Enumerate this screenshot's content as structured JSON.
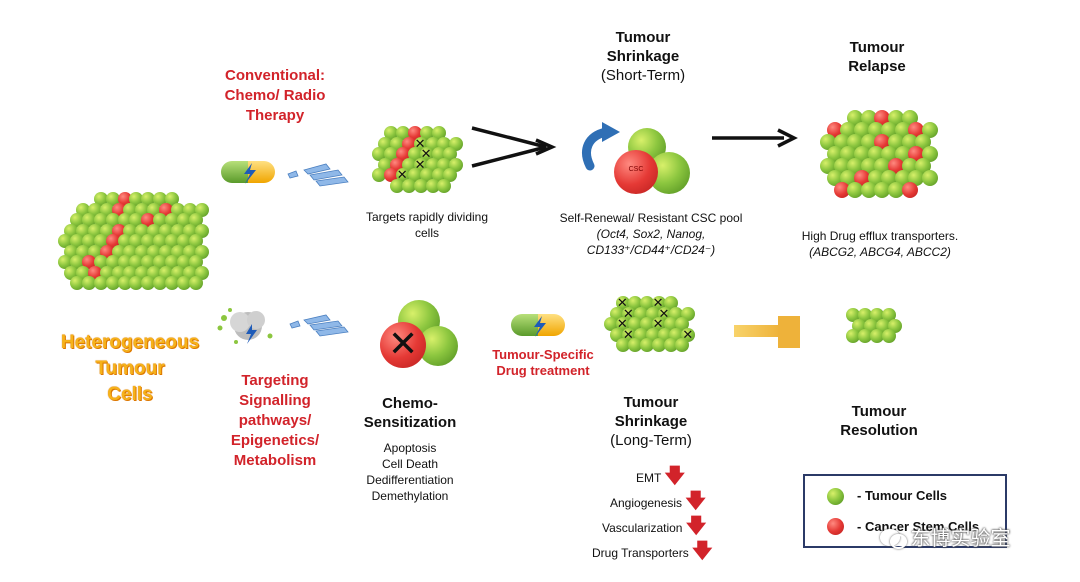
{
  "left": {
    "hetero_line1": "Heterogeneous",
    "hetero_line2": "Tumour",
    "hetero_line3": "Cells"
  },
  "top_path": {
    "therapy_line1": "Conventional:",
    "therapy_line2": "Chemo/ Radio",
    "therapy_line3": "Therapy",
    "targets_line1": "Targets rapidly dividing",
    "targets_line2": "cells",
    "shrink_title1": "Tumour",
    "shrink_title2": "Shrinkage",
    "shrink_sub": "(Short-Term)",
    "csc_label": "CSC",
    "self_renewal": "Self-Renewal/ Resistant CSC pool",
    "factors": "(Oct4, Sox2, Nanog,",
    "markers": "CD133⁺/CD44⁺/CD24⁻)",
    "relapse_title1": "Tumour",
    "relapse_title2": "Relapse",
    "efflux": "High Drug efflux transporters.",
    "abc": "(ABCG2, ABCG4, ABCC2)"
  },
  "bottom_path": {
    "target_line1": "Targeting",
    "target_line2": "Signalling",
    "target_line3": "pathways/",
    "target_line4": "Epigenetics/",
    "target_line5": "Metabolism",
    "chemo_title1": "Chemo-",
    "chemo_title2": "Sensitization",
    "effects": [
      "Apoptosis",
      "Cell Death",
      "Dedifferentiation",
      "Demethylation"
    ],
    "specific_line1": "Tumour-Specific",
    "specific_line2": "Drug treatment",
    "shrink_title1": "Tumour",
    "shrink_title2": "Shrinkage",
    "shrink_sub": "(Long-Term)",
    "decreases": [
      "EMT",
      "Angiogenesis",
      "Vascularization",
      "Drug Transporters"
    ],
    "resolution_title1": "Tumour",
    "resolution_title2": "Resolution"
  },
  "legend": {
    "green_label": "- Tumour Cells",
    "red_label": "- Cancer Stem Cells"
  },
  "watermark": "东博实验室",
  "colors": {
    "green_cell": "#8cc63f",
    "red_cell": "#e53935",
    "title_red": "#d2232a",
    "hetero_orange": "#f6b21a",
    "legend_border": "#2b3a67"
  }
}
